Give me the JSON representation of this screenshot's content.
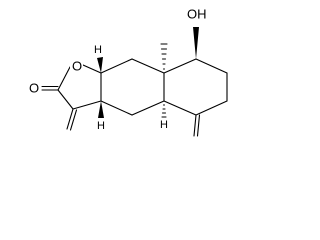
{
  "diagram": {
    "type": "chemical-structure",
    "atom_labels": {
      "hydroxyl": "OH",
      "ring_oxygen": "O",
      "carbonyl_oxygen": "O",
      "hydrogen_top": "H",
      "hydrogen_left": "H",
      "hydrogen_bottom": "H"
    }
  }
}
